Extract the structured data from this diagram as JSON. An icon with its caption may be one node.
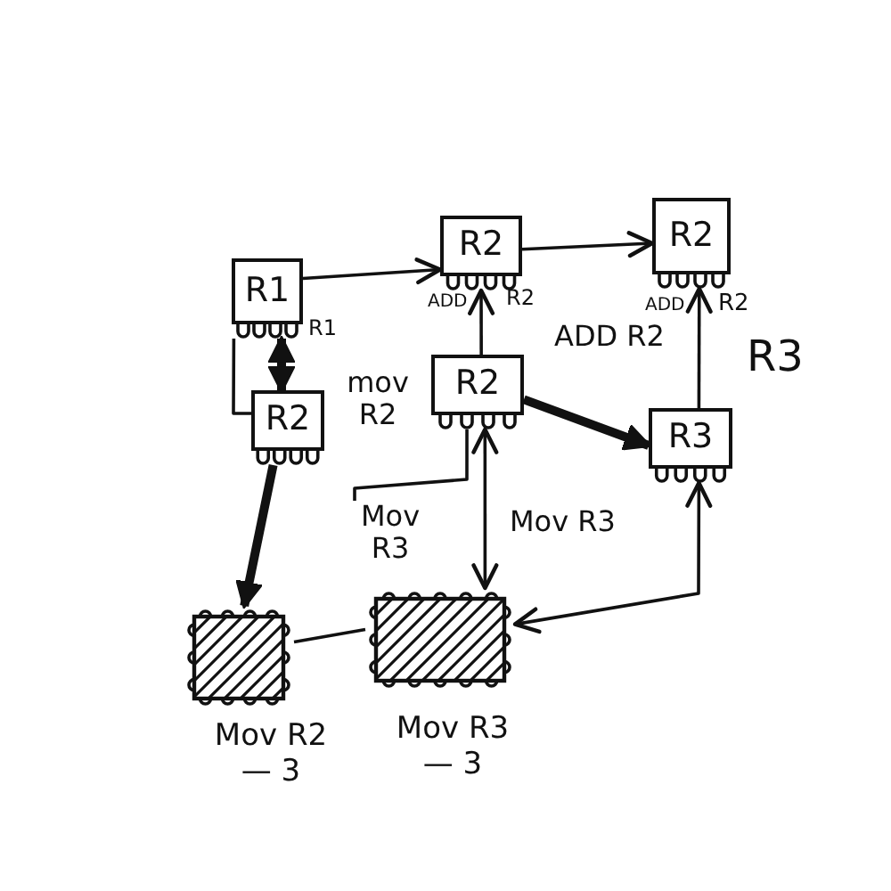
{
  "diagram": {
    "nodes": [
      {
        "text": [
          "R1"
        ],
        "beside": [
          "R1"
        ]
      },
      {
        "text": [
          "R2"
        ],
        "beside": [
          "ADD",
          "R2"
        ]
      },
      {
        "text": [
          "R2"
        ],
        "beside": [
          "ADD",
          "R2"
        ]
      },
      {
        "text": [
          "R2"
        ]
      },
      {
        "text": [
          "R2"
        ]
      },
      {
        "text": [
          "R3"
        ]
      },
      {
        "text": [],
        "shape": "chip",
        "beside": [
          "Mov R2 — 3"
        ]
      },
      {
        "text": [],
        "shape": "chip",
        "beside": [
          "Mov R3 — 3"
        ]
      },
      {
        "text": [
          "Mov R3"
        ]
      }
    ],
    "edges": [
      {
        "from": 0,
        "to": 1,
        "arrow": "to"
      },
      {
        "from": 0,
        "to": 3,
        "arrow": "both",
        "style": "thick"
      },
      {
        "from": 0,
        "to": 3,
        "arrow": "none"
      },
      {
        "from": 1,
        "to": 2,
        "arrow": "to"
      },
      {
        "from": 4,
        "to": 1,
        "arrow": "to"
      },
      {
        "from": 5,
        "to": 2,
        "arrow": "to"
      },
      {
        "from": 4,
        "to": 5,
        "arrow": "to",
        "style": "thick"
      },
      {
        "from": 3,
        "to": 6,
        "arrow": "to",
        "style": "thick"
      },
      {
        "from": 4,
        "to": 7,
        "arrow": "both",
        "label": "Mov R3"
      },
      {
        "from": 8,
        "to": 4,
        "arrow": "none"
      },
      {
        "from": 7,
        "to": 6,
        "arrow": "none"
      },
      {
        "from": 7,
        "to": 5,
        "arrow": "both"
      }
    ],
    "labels": [
      "mov R2",
      "ADD R2",
      "R3"
    ]
  }
}
